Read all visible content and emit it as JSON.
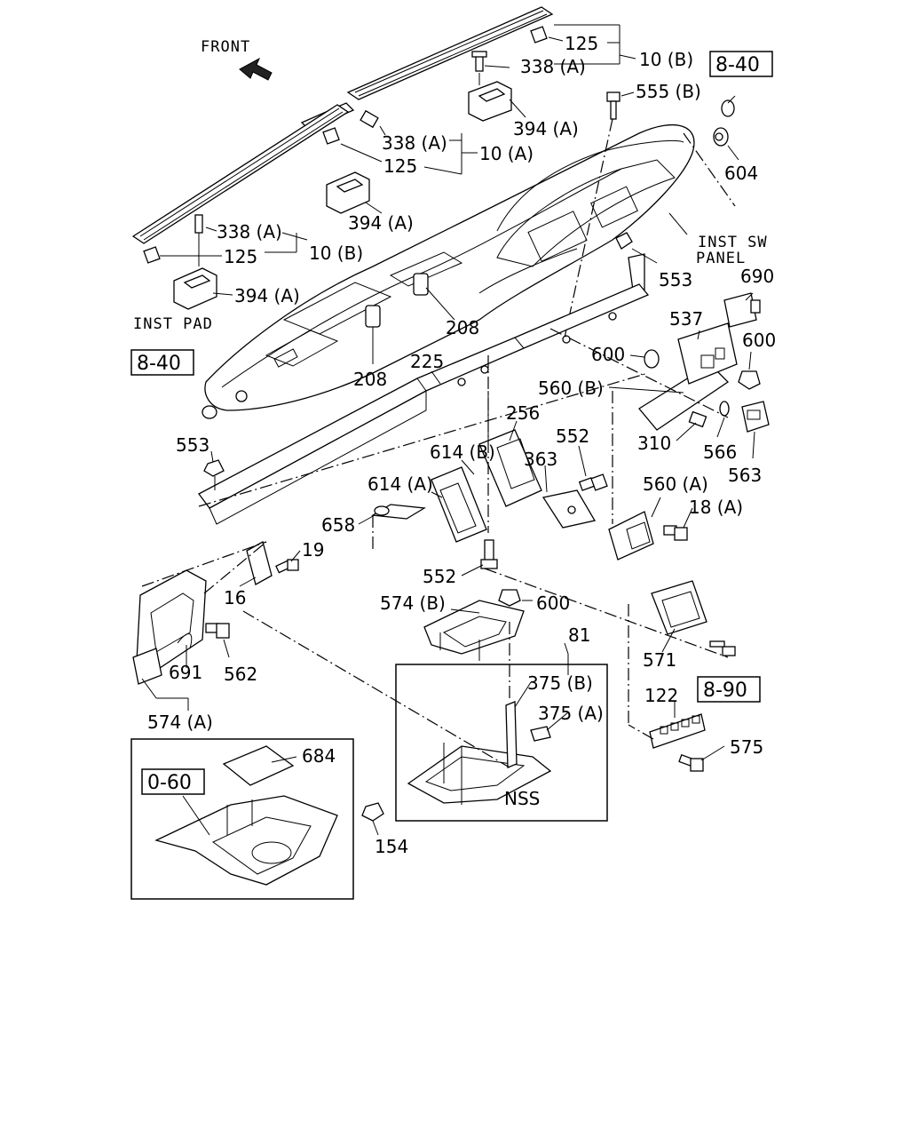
{
  "labels": {
    "front": "FRONT",
    "inst_pad": "INST PAD",
    "inst_sw_line1": "INST SW",
    "inst_sw_line2": "PANEL",
    "nss": "NSS",
    "ref_8_40_top": "8-40",
    "ref_8_40_left": "8-40",
    "ref_8_90": "8-90",
    "ref_0_60": "0-60",
    "p125_a": "125",
    "p338a_a": "338 (A)",
    "p10b_a": "10 (B)",
    "p394a_a": "394 (A)",
    "p555b": "555 (B)",
    "p338a_b": "338 (A)",
    "p10a": "10 (A)",
    "p125_b": "125",
    "p394a_b": "394 (A)",
    "p604": "604",
    "p338a_c": "338 (A)",
    "p125_c": "125",
    "p10b_b": "10 (B)",
    "p394a_c": "394 (A)",
    "p553_a": "553",
    "p690": "690",
    "p208_a": "208",
    "p537": "537",
    "p600_a": "600",
    "p600_b": "600",
    "p225": "225",
    "p208_b": "208",
    "p560b": "560 (B)",
    "p256": "256",
    "p310": "310",
    "p566": "566",
    "p563": "563",
    "p553_b": "553",
    "p614b": "614 (B)",
    "p552_a": "552",
    "p363": "363",
    "p614a": "614 (A)",
    "p560a": "560 (A)",
    "p18a": "18 (A)",
    "p658": "658",
    "p19": "19",
    "p552_b": "552",
    "p16": "16",
    "p574b": "574 (B)",
    "p600_c": "600",
    "p81": "81",
    "p691": "691",
    "p562": "562",
    "p571": "571",
    "p375b": "375 (B)",
    "p375a": "375 (A)",
    "p574a": "574 (A)",
    "p122": "122",
    "p684": "684",
    "p575": "575",
    "p154": "154"
  }
}
